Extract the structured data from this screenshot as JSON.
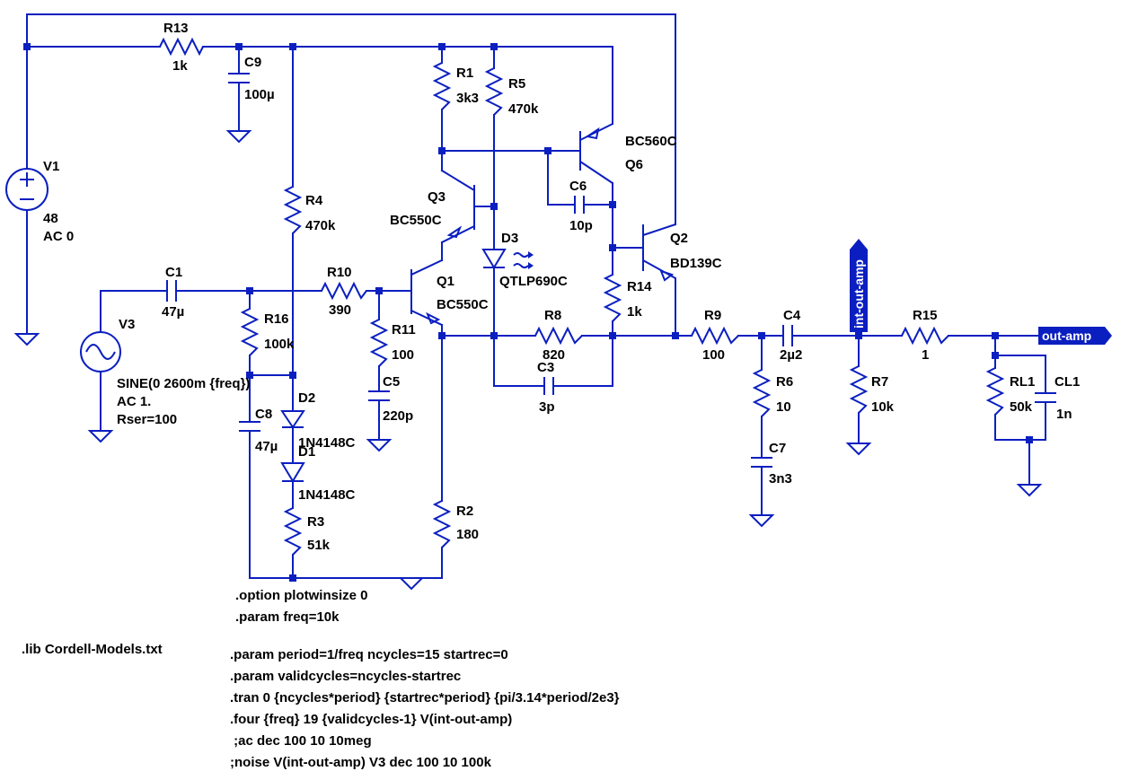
{
  "components": {
    "R13": {
      "ref": "R13",
      "value": "1k"
    },
    "C9": {
      "ref": "C9",
      "value": "100µ"
    },
    "V1": {
      "ref": "V1",
      "value": "48",
      "extra": "AC 0"
    },
    "R1": {
      "ref": "R1",
      "value": "3k3"
    },
    "R5": {
      "ref": "R5",
      "value": "470k"
    },
    "Q6": {
      "ref": "Q6",
      "model": "BC560C"
    },
    "C6": {
      "ref": "C6",
      "value": "10p"
    },
    "R4": {
      "ref": "R4",
      "value": "470k"
    },
    "Q3": {
      "ref": "Q3",
      "model": "BC550C"
    },
    "D3": {
      "ref": "D3",
      "model": "QTLP690C"
    },
    "Q2": {
      "ref": "Q2",
      "model": "BD139C"
    },
    "C1": {
      "ref": "C1",
      "value": "47µ"
    },
    "R10": {
      "ref": "R10",
      "value": "390"
    },
    "Q1": {
      "ref": "Q1",
      "model": "BC550C"
    },
    "R14": {
      "ref": "R14",
      "value": "1k"
    },
    "V3": {
      "ref": "V3",
      "line1": "SINE(0 2600m {freq})",
      "line2": "AC 1.",
      "line3": "Rser=100"
    },
    "R16": {
      "ref": "R16",
      "value": "100k"
    },
    "R11": {
      "ref": "R11",
      "value": "100"
    },
    "R8": {
      "ref": "R8",
      "value": "820"
    },
    "C3": {
      "ref": "C3",
      "value": "3p"
    },
    "R9": {
      "ref": "R9",
      "value": "100"
    },
    "C4": {
      "ref": "C4",
      "value": "2µ2"
    },
    "R15": {
      "ref": "R15",
      "value": "1"
    },
    "C8": {
      "ref": "C8",
      "value": "47µ"
    },
    "D2": {
      "ref": "D2",
      "model": "1N4148C"
    },
    "D1": {
      "ref": "D1",
      "model": "1N4148C"
    },
    "C5": {
      "ref": "C5",
      "value": "220p"
    },
    "R6": {
      "ref": "R6",
      "value": "10"
    },
    "R7": {
      "ref": "R7",
      "value": "10k"
    },
    "RL1": {
      "ref": "RL1",
      "value": "50k"
    },
    "CL1": {
      "ref": "CL1",
      "value": "1n"
    },
    "C7": {
      "ref": "C7",
      "value": "3n3"
    },
    "R3": {
      "ref": "R3",
      "value": "51k"
    },
    "R2": {
      "ref": "R2",
      "value": "180"
    }
  },
  "net_labels": {
    "int_out_amp": "int-out-amp",
    "out_amp": "out-amp"
  },
  "directives": {
    "option": ".option plotwinsize 0",
    "param_freq": ".param freq=10k",
    "lib": ".lib Cordell-Models.txt",
    "param_period": ".param period=1/freq ncycles=15 startrec=0",
    "param_valid": ".param validcycles=ncycles-startrec",
    "tran": ".tran 0 {ncycles*period} {startrec*period} {pi/3.14*period/2e3}",
    "four": ".four {freq} 19 {validcycles-1} V(int-out-amp)",
    "ac": " ;ac dec 100 10 10meg",
    "noise": ";noise V(int-out-amp) V3 dec 100 10 100k"
  },
  "colors": {
    "wire": "#0b1fc0",
    "text": "#000000",
    "background": "#ffffff"
  }
}
